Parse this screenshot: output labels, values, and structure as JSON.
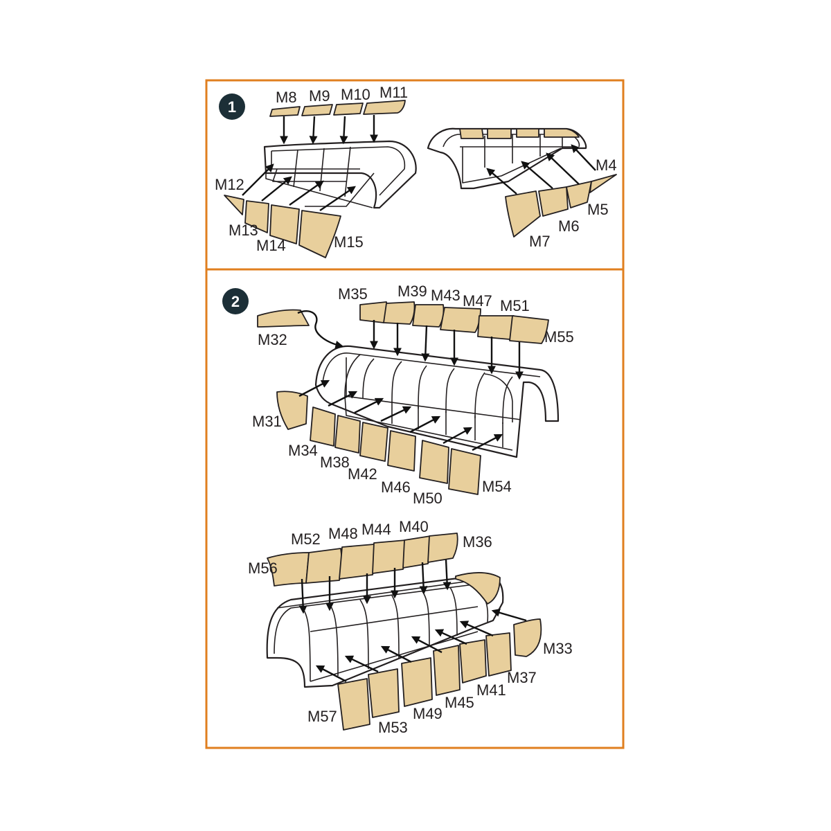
{
  "colors": {
    "border": "#e07f1f",
    "mask_fill": "#e8cf9c",
    "line": "#231f20",
    "step_badge": "#1c2f37"
  },
  "step1": {
    "number": "1",
    "labels": {
      "M4": "M4",
      "M5": "M5",
      "M6": "M6",
      "M7": "M7",
      "M8": "M8",
      "M9": "M9",
      "M10": "M10",
      "M11": "M11",
      "M12": "M12",
      "M13": "M13",
      "M14": "M14",
      "M15": "M15"
    }
  },
  "step2": {
    "number": "2",
    "labels": {
      "M31": "M31",
      "M32": "M32",
      "M33": "M33",
      "M34": "M34",
      "M35": "M35",
      "M36": "M36",
      "M37": "M37",
      "M38": "M38",
      "M39": "M39",
      "M40": "M40",
      "M41": "M41",
      "M42": "M42",
      "M43": "M43",
      "M44": "M44",
      "M45": "M45",
      "M46": "M46",
      "M47": "M47",
      "M48": "M48",
      "M49": "M49",
      "M50": "M50",
      "M51": "M51",
      "M52": "M52",
      "M53": "M53",
      "M54": "M54",
      "M55": "M55",
      "M56": "M56",
      "M57": "M57"
    }
  }
}
